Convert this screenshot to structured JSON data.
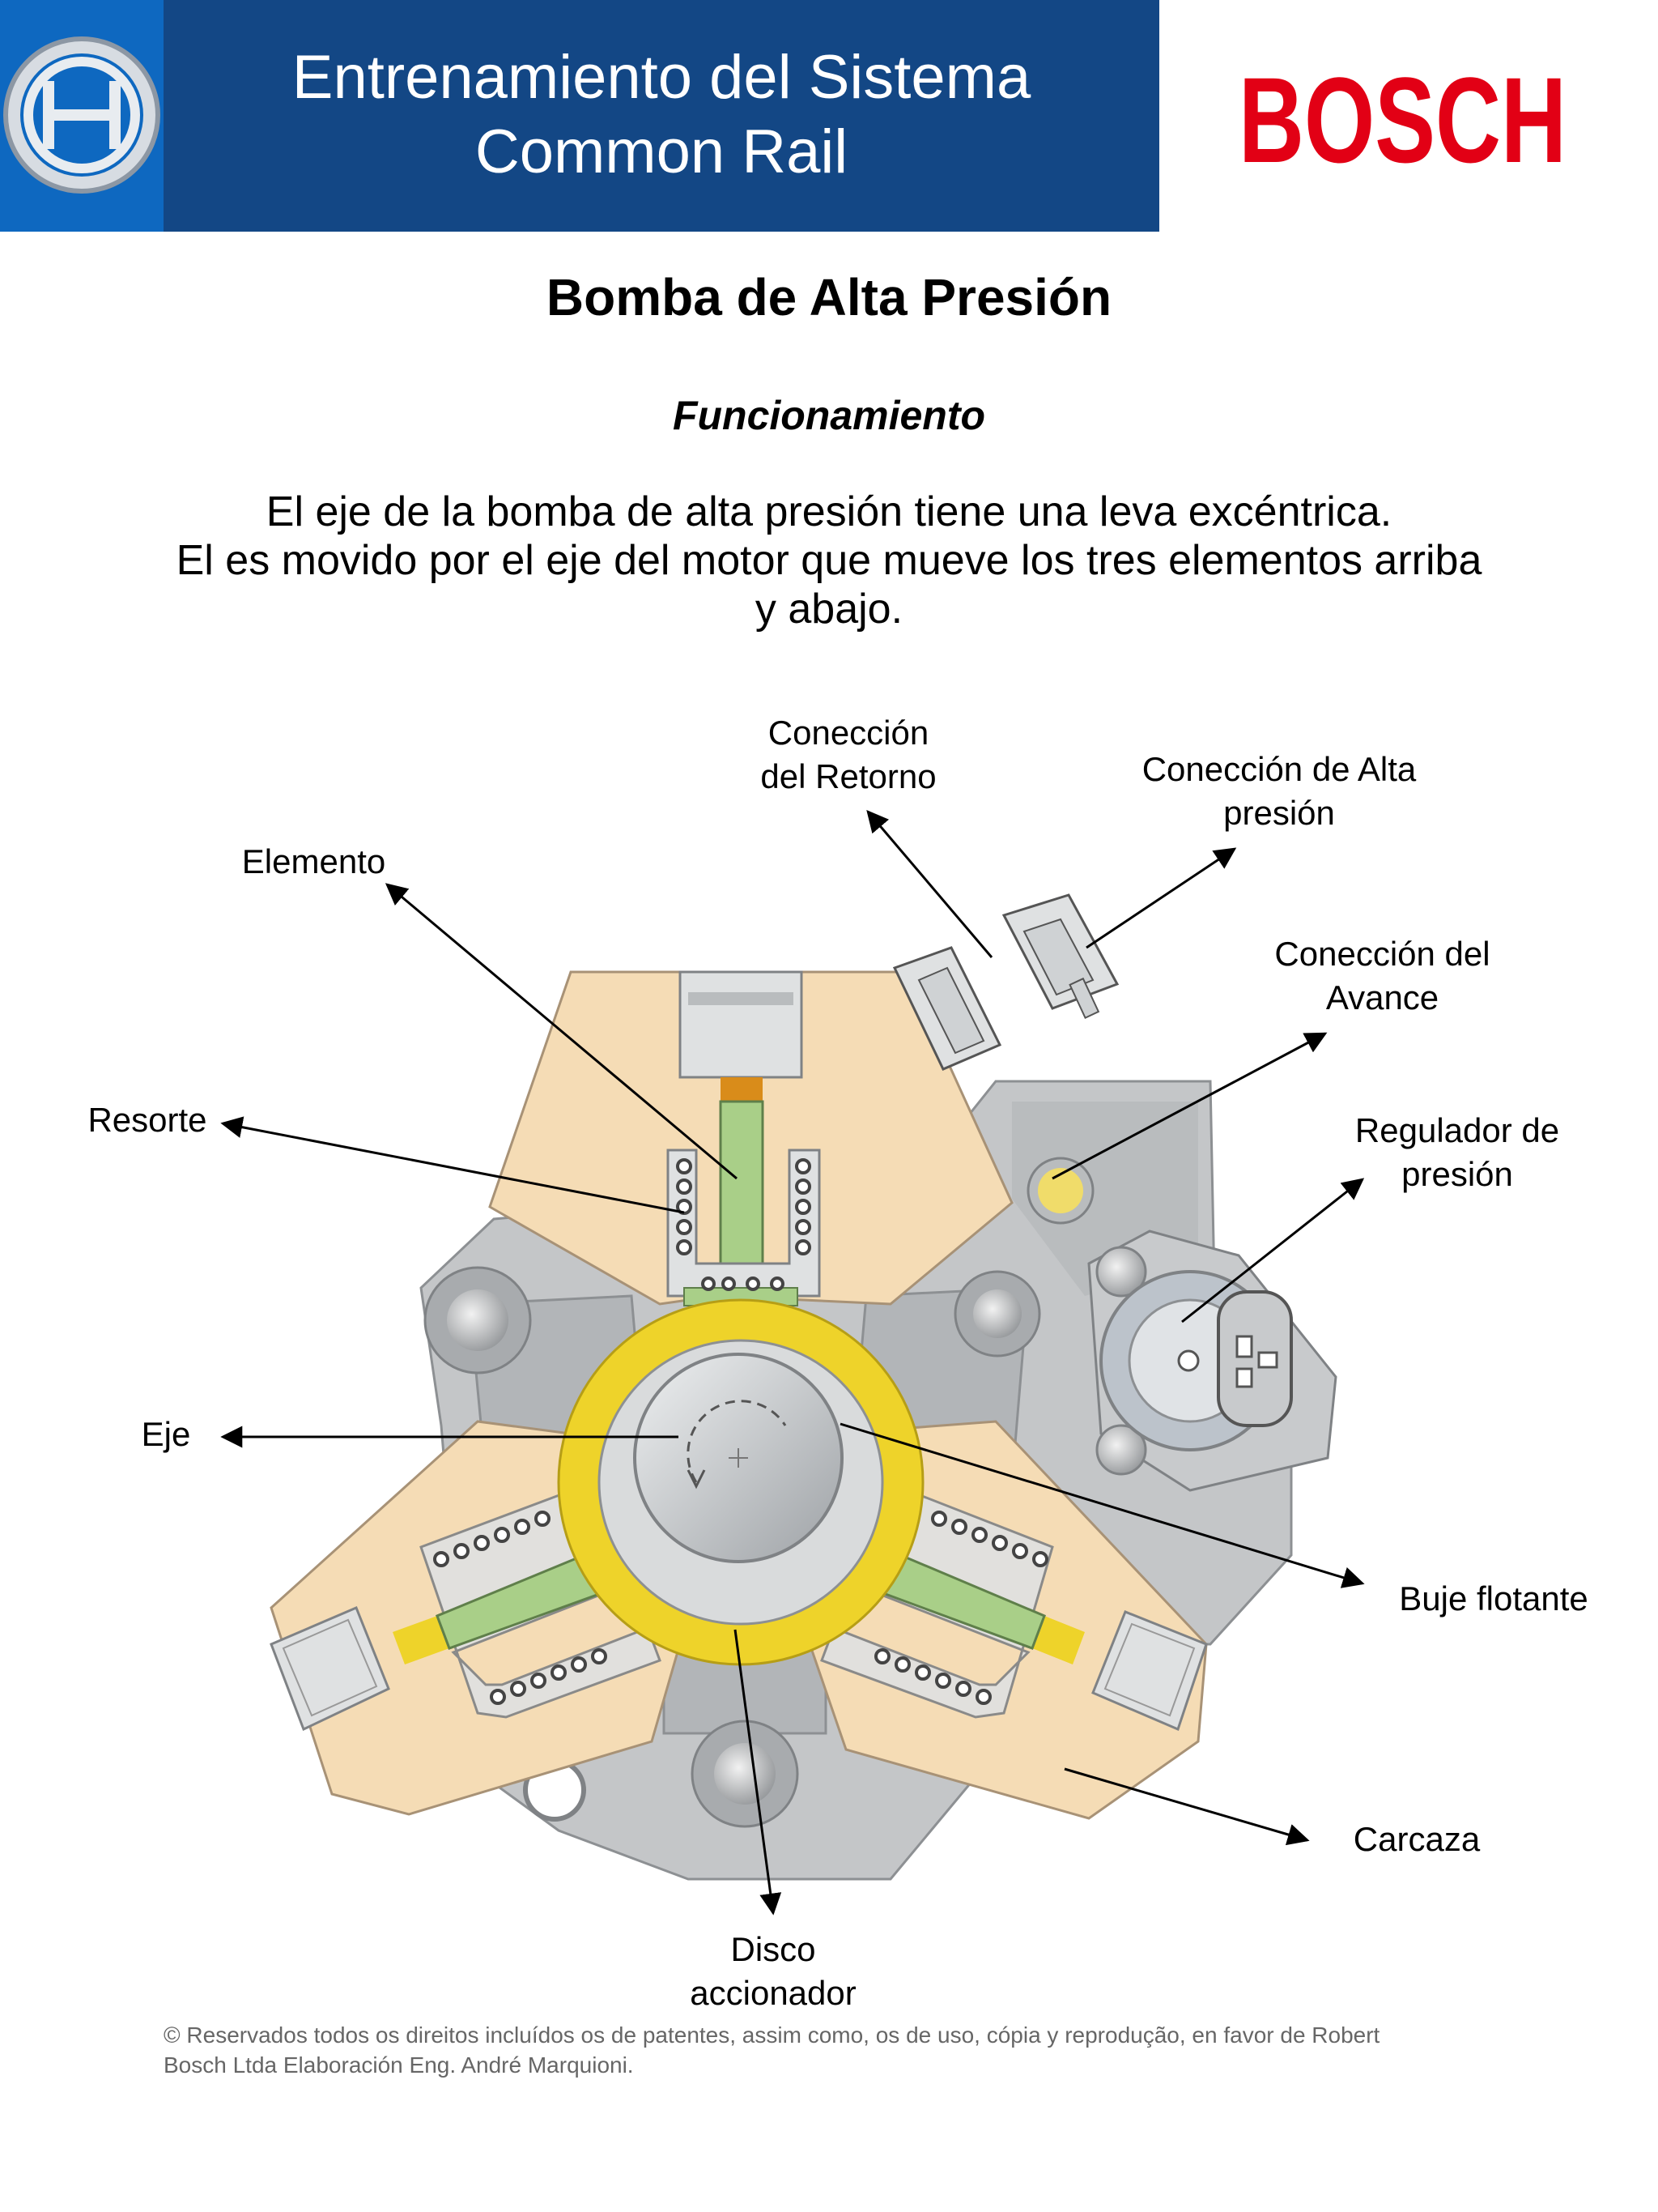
{
  "header": {
    "title_line1": "Entrenamiento del Sistema",
    "title_line2": "Common Rail",
    "brand": "BOSCH",
    "brand_color": "#e20015",
    "band_color": "#134785",
    "emblem_bg": "#0e68c0",
    "emblem_icon": "bosch-armature-icon"
  },
  "page": {
    "title": "Bomba de Alta Presión",
    "section": "Funcionamiento",
    "intro_line1": "El eje de la bomba de alta presión tiene una leva excéntrica.",
    "intro_line2": "El es movido por el eje del motor que mueve los tres elementos arriba",
    "intro_line3": "y abajo."
  },
  "diagram": {
    "labels": {
      "retorno_1": "Conección",
      "retorno_2": "del Retorno",
      "alta_1": "Conección de Alta",
      "alta_2": "presión",
      "elemento": "Elemento",
      "avance_1": "Conección del",
      "avance_2": "Avance",
      "resorte": "Resorte",
      "regulador_1": "Regulador de",
      "regulador_2": "presión",
      "eje": "Eje",
      "buje": "Buje flotante",
      "carcaza": "Carcaza",
      "disco_1": "Disco",
      "disco_2": "accionador"
    },
    "colors": {
      "housing": "#f5dcb5",
      "metal": "#c4c6c8",
      "element": "#a9cf88",
      "disc": "#eed32a"
    }
  },
  "footer": {
    "line1": "© Reservados todos os direitos incluídos os de patentes, assim como, os de uso, cópia y reprodução, en favor de Robert",
    "line2": "Bosch Ltda Elaboración Eng. André Marquioni."
  }
}
